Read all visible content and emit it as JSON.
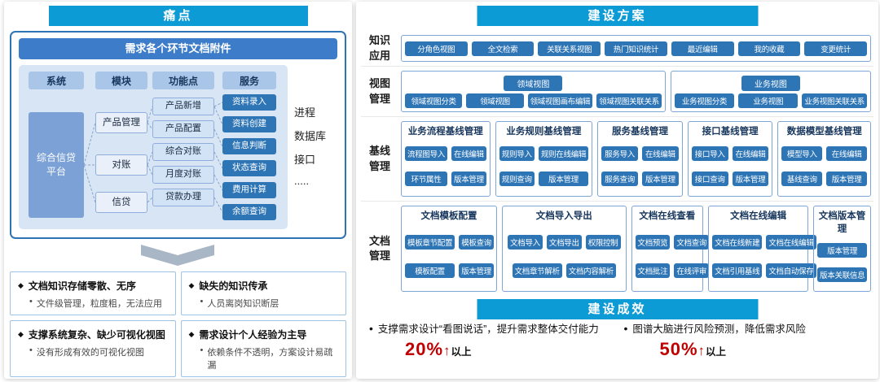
{
  "colors": {
    "banner": "#0D9BD6",
    "button": "#2E75B6",
    "panel_bg": "#D8E5F4",
    "group_border": "#7FA6D9",
    "metric_red": "#C00000"
  },
  "icons": {
    "diamond": "◆",
    "dot": "•",
    "up_arrow": "↑"
  },
  "left_panel": {
    "header": "痛点",
    "diagram": {
      "title": "需求各个环节文档附件",
      "columns": [
        {
          "type": "system",
          "header": "系统",
          "items": [
            "综合信贷平台"
          ]
        },
        {
          "type": "module",
          "header": "模块",
          "items": [
            "产品管理",
            "对账",
            "信贷"
          ]
        },
        {
          "type": "function",
          "header": "功能点",
          "items": [
            "产品新增",
            "产品配置",
            "综合对账",
            "月度对账",
            "贷款办理"
          ]
        },
        {
          "type": "service",
          "header": "服务",
          "items": [
            "资料录入",
            "资料创建",
            "信息判断",
            "状态查询",
            "费用计算",
            "余额查询"
          ]
        }
      ],
      "side_items": [
        "进程",
        "数据库",
        "接口",
        "....."
      ]
    },
    "pain_points": [
      {
        "title": "文档知识存储零散、无序",
        "desc": "文件级管理，粒度粗，无法应用"
      },
      {
        "title": "缺失的知识传承",
        "desc": "人员离岗知识断层"
      },
      {
        "title": "支撑系统复杂、缺少可视化视图",
        "desc": "没有形成有效的可视化视图"
      },
      {
        "title": "需求设计个人经验为主导",
        "desc": "依赖条件不透明，方案设计易疏漏"
      }
    ]
  },
  "right_panel": {
    "header": "建设方案",
    "rows": [
      {
        "label": "知识应用",
        "groups": [
          {
            "cols": 7,
            "buttons": [
              "分角色视图",
              "全文检索",
              "关联关系视图",
              "热门知识统计",
              "最近编辑",
              "我的收藏",
              "变更统计"
            ]
          }
        ]
      },
      {
        "label": "视图管理",
        "groups": [
          {
            "title": "领域视图",
            "header_style": "button",
            "cols": 4,
            "flex": 4,
            "buttons": [
              "领域视图分类",
              "领域视图",
              "领域视图画布编辑",
              "领域视图关联关系"
            ]
          },
          {
            "title": "业务视图",
            "header_style": "button",
            "cols": 3,
            "flex": 3,
            "buttons": [
              "业务视图分类",
              "业务视图",
              "业务视图关联关系"
            ]
          }
        ]
      },
      {
        "label": "基线管理",
        "groups": [
          {
            "title": "业务流程基线管理",
            "header_style": "text",
            "cols": 2,
            "flex": 1,
            "buttons": [
              "流程图导入",
              "在线编辑",
              "环节属性",
              "版本管理"
            ]
          },
          {
            "title": "业务规则基线管理",
            "header_style": "text",
            "cols": 2,
            "flex": 1.1,
            "buttons": [
              "规则导入",
              "规则在线编辑",
              "规则查询",
              "版本管理"
            ]
          },
          {
            "title": "服务基线管理",
            "header_style": "text",
            "cols": 2,
            "flex": 0.95,
            "buttons": [
              "服务导入",
              "在线编辑",
              "服务查询",
              "版本管理"
            ]
          },
          {
            "title": "接口基线管理",
            "header_style": "text",
            "cols": 2,
            "flex": 0.95,
            "buttons": [
              "接口导入",
              "在线编辑",
              "接口查询",
              "版本管理"
            ]
          },
          {
            "title": "数据模型基线管理",
            "header_style": "text",
            "cols": 2,
            "flex": 1.05,
            "buttons": [
              "模型导入",
              "在线编辑",
              "基线查询",
              "版本管理"
            ]
          }
        ]
      },
      {
        "label": "文档管理",
        "groups": [
          {
            "title": "文档模板配置",
            "header_style": "text",
            "cols": 2,
            "flex": 1.1,
            "buttons": [
              "模板章节配置",
              "模板查询",
              "模板配置",
              "版本管理"
            ]
          },
          {
            "title": "文档导入导出",
            "header_style": "text",
            "wrap": true,
            "flex": 1.45,
            "buttons": [
              "文档导入",
              "文档导出",
              "权限控制",
              "文档章节解析",
              "文档内容解析"
            ]
          },
          {
            "title": "文档在线查看",
            "header_style": "text",
            "cols": 2,
            "flex": 0.8,
            "buttons": [
              "文档预览",
              "文档查询",
              "文档批注",
              "在线评审"
            ]
          },
          {
            "title": "文档在线编辑",
            "header_style": "text",
            "cols": 2,
            "flex": 1.15,
            "buttons": [
              "文档在线新建",
              "文档在线编辑",
              "文档引用基线",
              "文档自动保存"
            ]
          },
          {
            "title": "文档版本管理",
            "header_style": "text",
            "cols": 1,
            "flex": 0.62,
            "buttons": [
              "版本管理",
              "版本关联信息"
            ]
          }
        ]
      }
    ],
    "results": {
      "header": "建设成效",
      "items": [
        {
          "text": "支撑需求设计“看图说话”，提升需求整体交付能力",
          "metric": "20%",
          "suffix": "以上"
        },
        {
          "text": "图谱大脑进行风险预测，降低需求风险",
          "metric": "50%",
          "suffix": "以上"
        }
      ]
    }
  }
}
